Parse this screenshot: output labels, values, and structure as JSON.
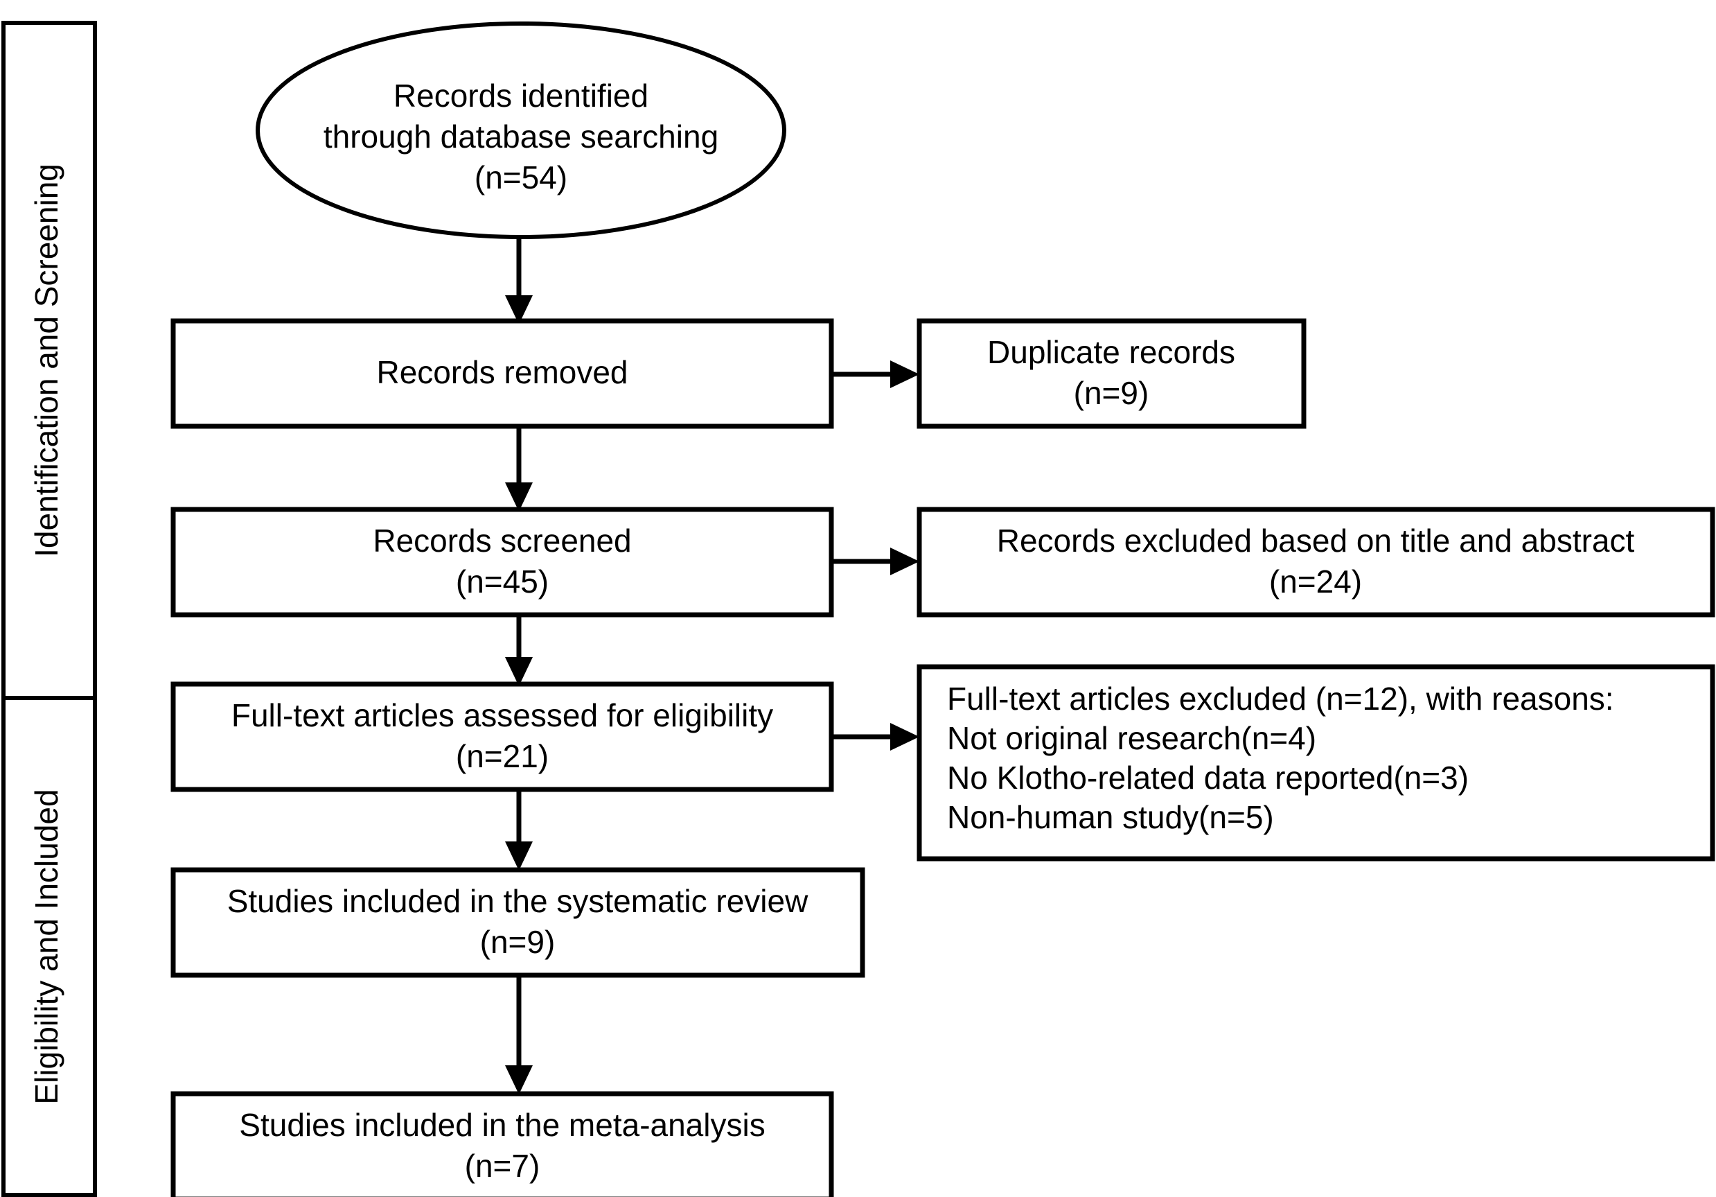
{
  "diagram": {
    "type": "prisma-flow-diagram",
    "background_color": "#ffffff",
    "line_color": "#000000",
    "text_color": "#000000"
  },
  "stages": [
    {
      "id": "identification-screening",
      "label": "Identification and Screening"
    },
    {
      "id": "eligibility-included",
      "label": "Eligibility and Included"
    }
  ],
  "nodes": {
    "records_identified": {
      "shape": "ellipse",
      "line1": "Records identified",
      "line2": "through database searching",
      "line3": "(n=54)",
      "count": 54
    },
    "records_removed": {
      "shape": "rect",
      "line1": "Records removed"
    },
    "duplicate_records": {
      "shape": "rect",
      "line1": "Duplicate records",
      "line2": "(n=9)",
      "count": 9
    },
    "records_screened": {
      "shape": "rect",
      "line1": "Records screened",
      "line2": "(n=45)",
      "count": 45
    },
    "records_excluded": {
      "shape": "rect",
      "line1": "Records excluded based on title and abstract",
      "line2": "(n=24)",
      "count": 24
    },
    "fulltext_assessed": {
      "shape": "rect",
      "line1": "Full-text articles assessed for eligibility",
      "line2": "(n=21)",
      "count": 21
    },
    "fulltext_excluded": {
      "shape": "rect",
      "line1": "Full-text articles excluded (n=12), with reasons:",
      "line2": "Not original research(n=4)",
      "line3": "No Klotho-related data reported(n=3)",
      "line4": "Non-human study(n=5)",
      "count": 12,
      "reasons": [
        {
          "label": "Not original research",
          "count": 4
        },
        {
          "label": "No Klotho-related data reported",
          "count": 3
        },
        {
          "label": "Non-human study",
          "count": 5
        }
      ]
    },
    "included_systematic_review": {
      "shape": "rect",
      "line1": "Studies included in the systematic review",
      "line2": "(n=9)",
      "count": 9
    },
    "included_meta_analysis": {
      "shape": "rect",
      "line1": "Studies included in the meta-analysis",
      "line2": "(n=7)",
      "count": 7
    }
  },
  "connectors": [
    {
      "id": "identified-to-removed",
      "from": "records_identified",
      "to": "records_removed",
      "direction": "down"
    },
    {
      "id": "removed-to-duplicates",
      "from": "records_removed",
      "to": "duplicate_records",
      "direction": "right"
    },
    {
      "id": "removed-to-screened",
      "from": "records_removed",
      "to": "records_screened",
      "direction": "down"
    },
    {
      "id": "screened-to-excluded",
      "from": "records_screened",
      "to": "records_excluded",
      "direction": "right"
    },
    {
      "id": "screened-to-fulltext",
      "from": "records_screened",
      "to": "fulltext_assessed",
      "direction": "down"
    },
    {
      "id": "fulltext-to-excluded",
      "from": "fulltext_assessed",
      "to": "fulltext_excluded",
      "direction": "right"
    },
    {
      "id": "fulltext-to-review",
      "from": "fulltext_assessed",
      "to": "included_systematic_review",
      "direction": "down"
    },
    {
      "id": "review-to-meta",
      "from": "included_systematic_review",
      "to": "included_meta_analysis",
      "direction": "down"
    }
  ]
}
